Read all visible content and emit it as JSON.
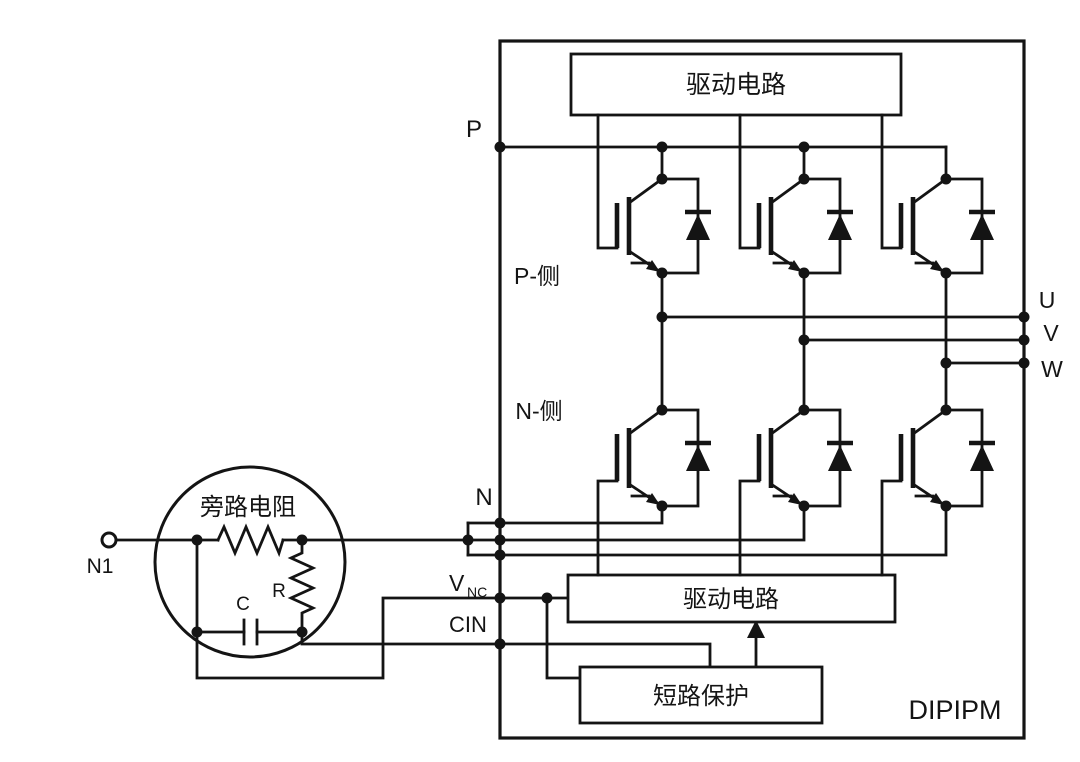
{
  "diagram": {
    "module_label": "DIPIPM",
    "boxes": {
      "top_driver": "驱动电路",
      "bottom_driver": "驱动电路",
      "short_circuit_protection": "短路保护"
    },
    "regions": {
      "p_side": "P-侧",
      "n_side": "N-侧"
    },
    "terminals": {
      "p": "P",
      "n": "N",
      "n1": "N1",
      "u": "U",
      "v": "V",
      "w": "W",
      "vnc_main": "V",
      "vnc_sub": "NC",
      "cin": "CIN"
    },
    "shunt_circuit": {
      "title": "旁路电阻",
      "resistor": "R",
      "capacitor": "C"
    },
    "colors": {
      "line": "#141414",
      "background": "#ffffff"
    }
  }
}
